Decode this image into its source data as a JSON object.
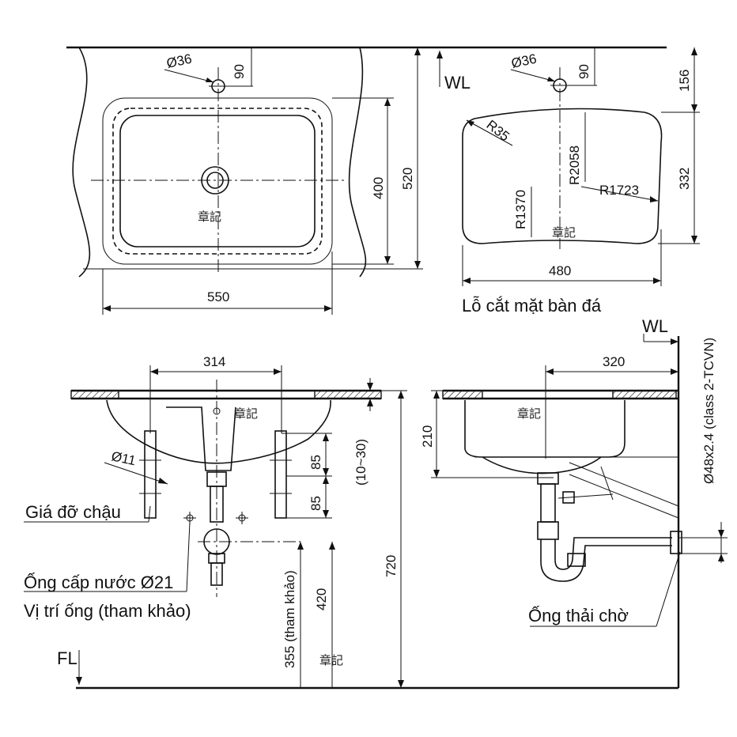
{
  "top_view": {
    "dims": {
      "hole_dia": "Ø36",
      "hole_offset": "90",
      "width": "550",
      "depth_400": "400",
      "depth_520": "520"
    }
  },
  "cutout_view": {
    "wl": "WL",
    "dims": {
      "hole_dia": "Ø36",
      "hole_offset": "90",
      "r35": "R35",
      "r2058": "R2058",
      "r1723": "R1723",
      "r1370": "R1370",
      "d156": "156",
      "d332": "332",
      "d480": "480"
    },
    "caption": "Lỗ cắt mặt bàn đá"
  },
  "front_view": {
    "dims": {
      "d314": "314",
      "d11": "Ø11",
      "d85a": "85",
      "d85b": "85",
      "d10_30": "(10~30)",
      "d420": "420",
      "d355": "355 (tham khảo)",
      "d720": "720"
    },
    "labels": {
      "bracket": "Giá đỡ chậu",
      "supply_pipe": "Ống cấp nước Ø21",
      "pipe_position": "Vị trí ống (tham khảo)",
      "fl": "FL"
    }
  },
  "side_view": {
    "wl": "WL",
    "dims": {
      "d320": "320",
      "d210": "210",
      "pipe_spec": "Ø48x2.4 (class 2-TCVN)"
    },
    "labels": {
      "drain": "Ống thải chờ"
    }
  },
  "watermark": "章記"
}
